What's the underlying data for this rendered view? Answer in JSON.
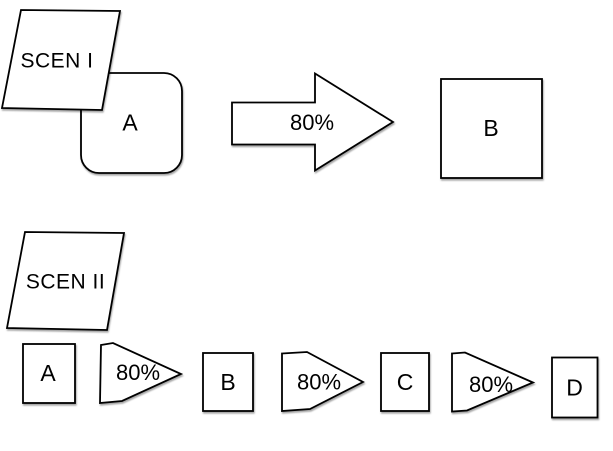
{
  "colors": {
    "background": "#ffffff",
    "shape_fill": "#ffffff",
    "stroke": "#000000",
    "text": "#000000"
  },
  "scenario_1": {
    "label": "SCEN I",
    "node_a": "A",
    "arrow_label": "80%",
    "node_b": "B"
  },
  "scenario_2": {
    "label": "SCEN II",
    "nodes": [
      "A",
      "B",
      "C",
      "D"
    ],
    "arrow_labels": [
      "80%",
      "80%",
      "80%"
    ]
  }
}
